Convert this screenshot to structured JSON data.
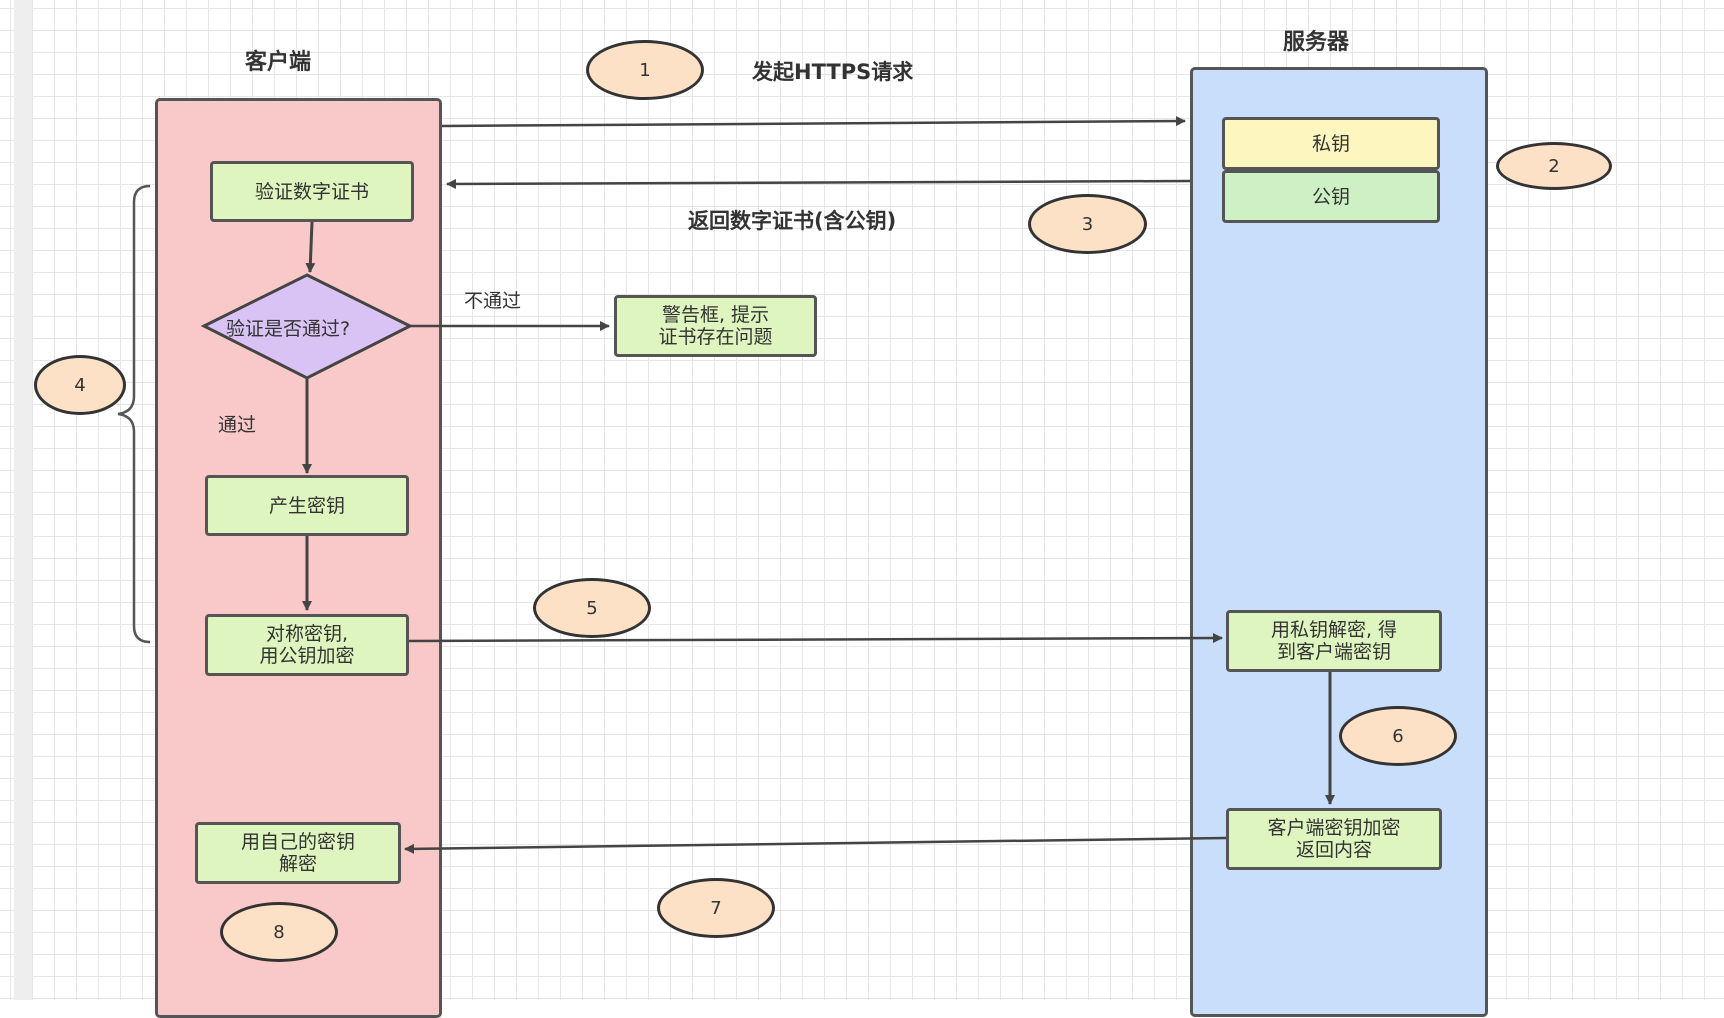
{
  "lanes": {
    "client": {
      "title": "客户端"
    },
    "server": {
      "title": "服务器"
    }
  },
  "server_keys": {
    "private": "私钥",
    "public": "公钥"
  },
  "client_steps": {
    "verify_cert": "验证数字证书",
    "decision": "验证是否通过?",
    "generate_key": "产生密钥",
    "encrypt_sym": [
      "对称密钥,",
      "用公钥加密"
    ],
    "decrypt_own": [
      "用自己的密钥",
      "解密"
    ]
  },
  "server_steps": {
    "decrypt_private": [
      "用私钥解密, 得",
      "到客户端密钥"
    ],
    "encrypt_return": [
      "客户端密钥加密",
      "返回内容"
    ]
  },
  "warning_box": [
    "警告框, 提示",
    "证书存在问题"
  ],
  "arrow_labels": {
    "request": "发起HTTPS请求",
    "return_cert": "返回数字证书(含公钥)",
    "fail": "不通过",
    "pass": "通过"
  },
  "step_numbers": [
    "1",
    "2",
    "3",
    "4",
    "5",
    "6",
    "7",
    "8"
  ],
  "colors": {
    "client_lane": "#f8c9c8",
    "server_lane": "#c9defa",
    "action_box": "#dff5bf",
    "decision": "#d9c3f5",
    "private_key": "#fdf6bf",
    "public_key": "#cdf0c4",
    "step_marker": "#fde1c6"
  }
}
